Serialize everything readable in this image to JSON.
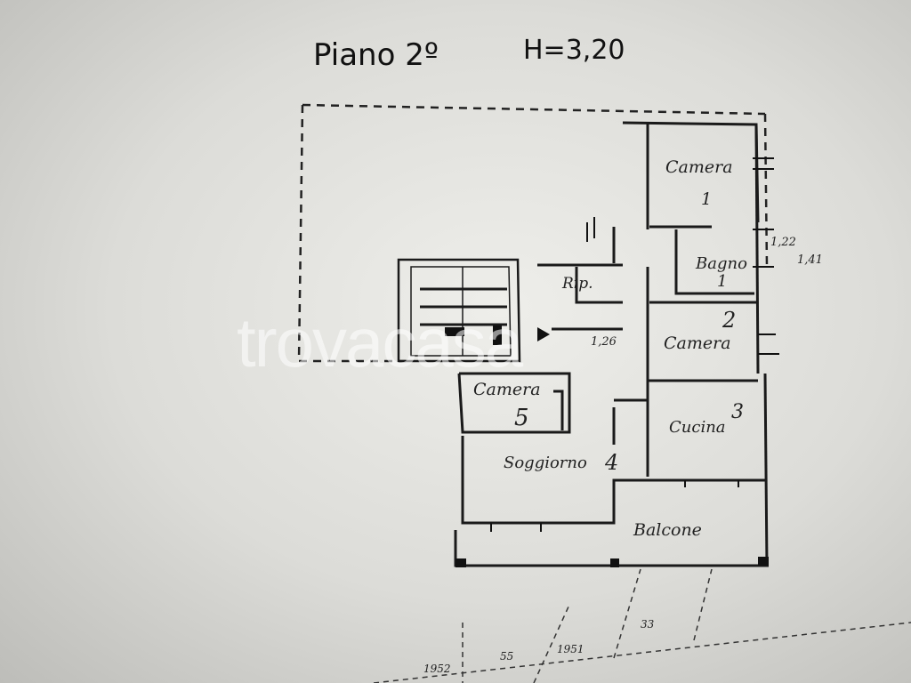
{
  "plan": {
    "title": "Piano 2º",
    "height_note": "H=3,20",
    "watermark": "trovacasa",
    "rooms": [
      {
        "id": "camera-1",
        "name": "Camera",
        "number": "1"
      },
      {
        "id": "bagno",
        "name": "Bagno",
        "number": "1"
      },
      {
        "id": "rip",
        "name": "Rip.",
        "number": ""
      },
      {
        "id": "camera-2",
        "name": "Camera",
        "number": "2"
      },
      {
        "id": "camera-5",
        "name": "Camera",
        "number": "5"
      },
      {
        "id": "cucina",
        "name": "Cucina",
        "number": "3"
      },
      {
        "id": "soggiorno",
        "name": "Soggiorno",
        "number": "4"
      },
      {
        "id": "balcone",
        "name": "Balcone",
        "number": ""
      }
    ],
    "small_notes": [
      "1,26",
      "1,22",
      "1,41"
    ],
    "map_numbers": [
      "1952",
      "1951",
      "55",
      "33"
    ]
  }
}
